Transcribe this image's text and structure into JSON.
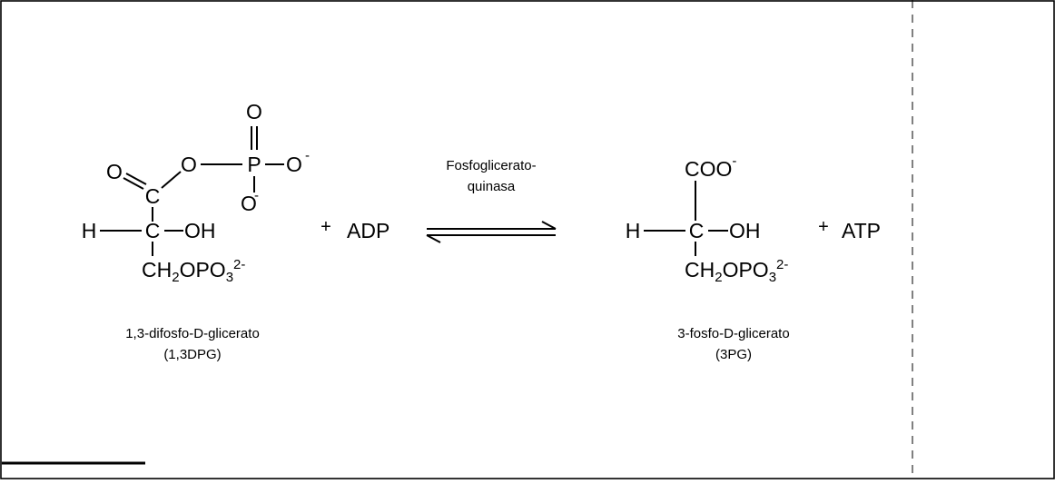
{
  "reactant": {
    "atoms": {
      "o_carbonyl": "O",
      "o_ester": "O",
      "p": "P",
      "o_top": "O",
      "o_right": "O",
      "o_bottom": "O",
      "c1": "C",
      "h": "H",
      "c2": "C",
      "oh": "OH",
      "ch2_ch": "CH",
      "ch2_sub": "2",
      "ch2_opo": "OPO",
      "ch2_sub3": "3",
      "ch2_charge": "2-",
      "minus_right": "-",
      "minus_bottom": "-"
    },
    "name": "1,3-difosfo-D-glicerato",
    "abbr": "(1,3DPG)"
  },
  "cosubstrate": {
    "plus": "+",
    "label": "ADP"
  },
  "enzyme": {
    "line1": "Fosfoglicerato-",
    "line2": "quinasa"
  },
  "product": {
    "atoms": {
      "coo": "COO",
      "coo_charge": "-",
      "h": "H",
      "c": "C",
      "oh": "OH",
      "ch2_ch": "CH",
      "ch2_sub": "2",
      "ch2_opo": "OPO",
      "ch2_sub3": "3",
      "ch2_charge": "2-"
    },
    "name": "3-fosfo-D-glicerato",
    "abbr": "(3PG)"
  },
  "coproduct": {
    "plus": "+",
    "label": "ATP"
  }
}
